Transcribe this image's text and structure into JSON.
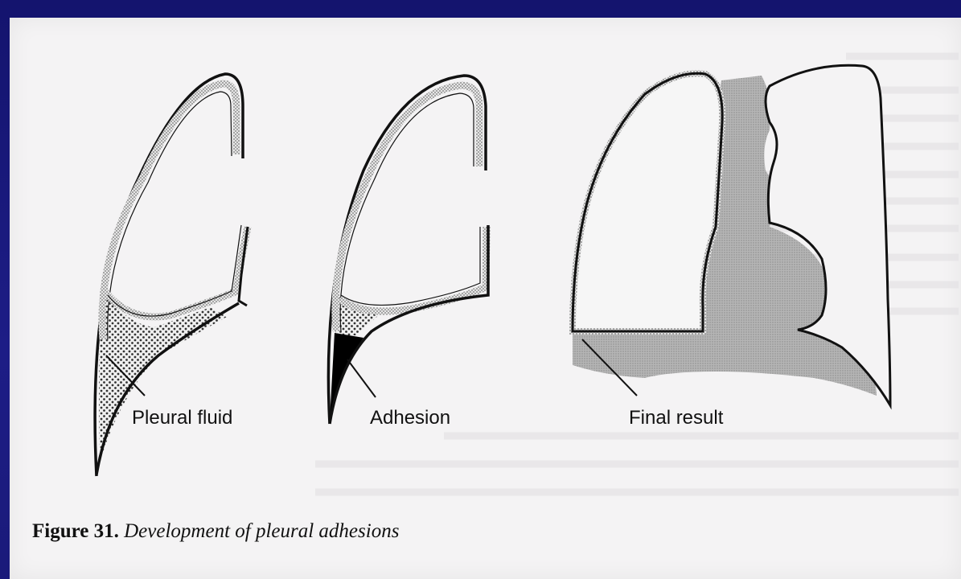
{
  "labels": {
    "pleural_fluid": "Pleural fluid",
    "adhesion": "Adhesion",
    "final_result": "Final result"
  },
  "caption": {
    "figure": "Figure 31.",
    "description": "Development of pleural adhesions"
  },
  "colors": {
    "slide_border": "#1a1a7a",
    "paper": "#f4f3f4",
    "ink": "#111111",
    "stipple": "#9a9a9a"
  }
}
